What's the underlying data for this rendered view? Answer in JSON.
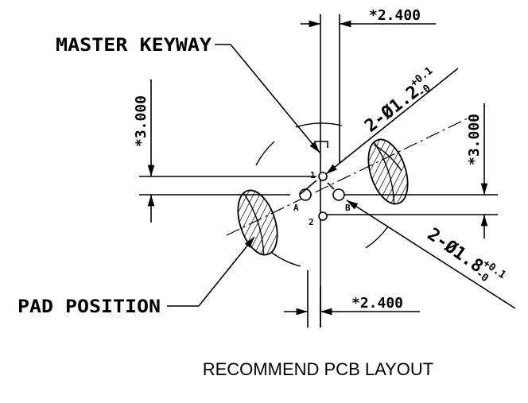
{
  "labels": {
    "master_keyway": "MASTER KEYWAY",
    "pad_position": "PAD POSITION",
    "dim_top_width": "*2.400",
    "dim_bottom_width": "*2.400",
    "dim_left_height": "*3.000",
    "dim_right_height": "*3.000",
    "hole_small_main": "2-Ø1.2",
    "hole_small_tol_upper": "+0.1",
    "hole_small_tol_lower": "-0",
    "hole_large_main": "2-Ø1.8",
    "hole_large_tol_upper": "+0.1",
    "hole_large_tol_lower": "-0",
    "pin_1": "1",
    "pin_2": "2",
    "pin_a": "A",
    "pin_b": "B"
  },
  "caption": "RECOMMEND PCB LAYOUT"
}
